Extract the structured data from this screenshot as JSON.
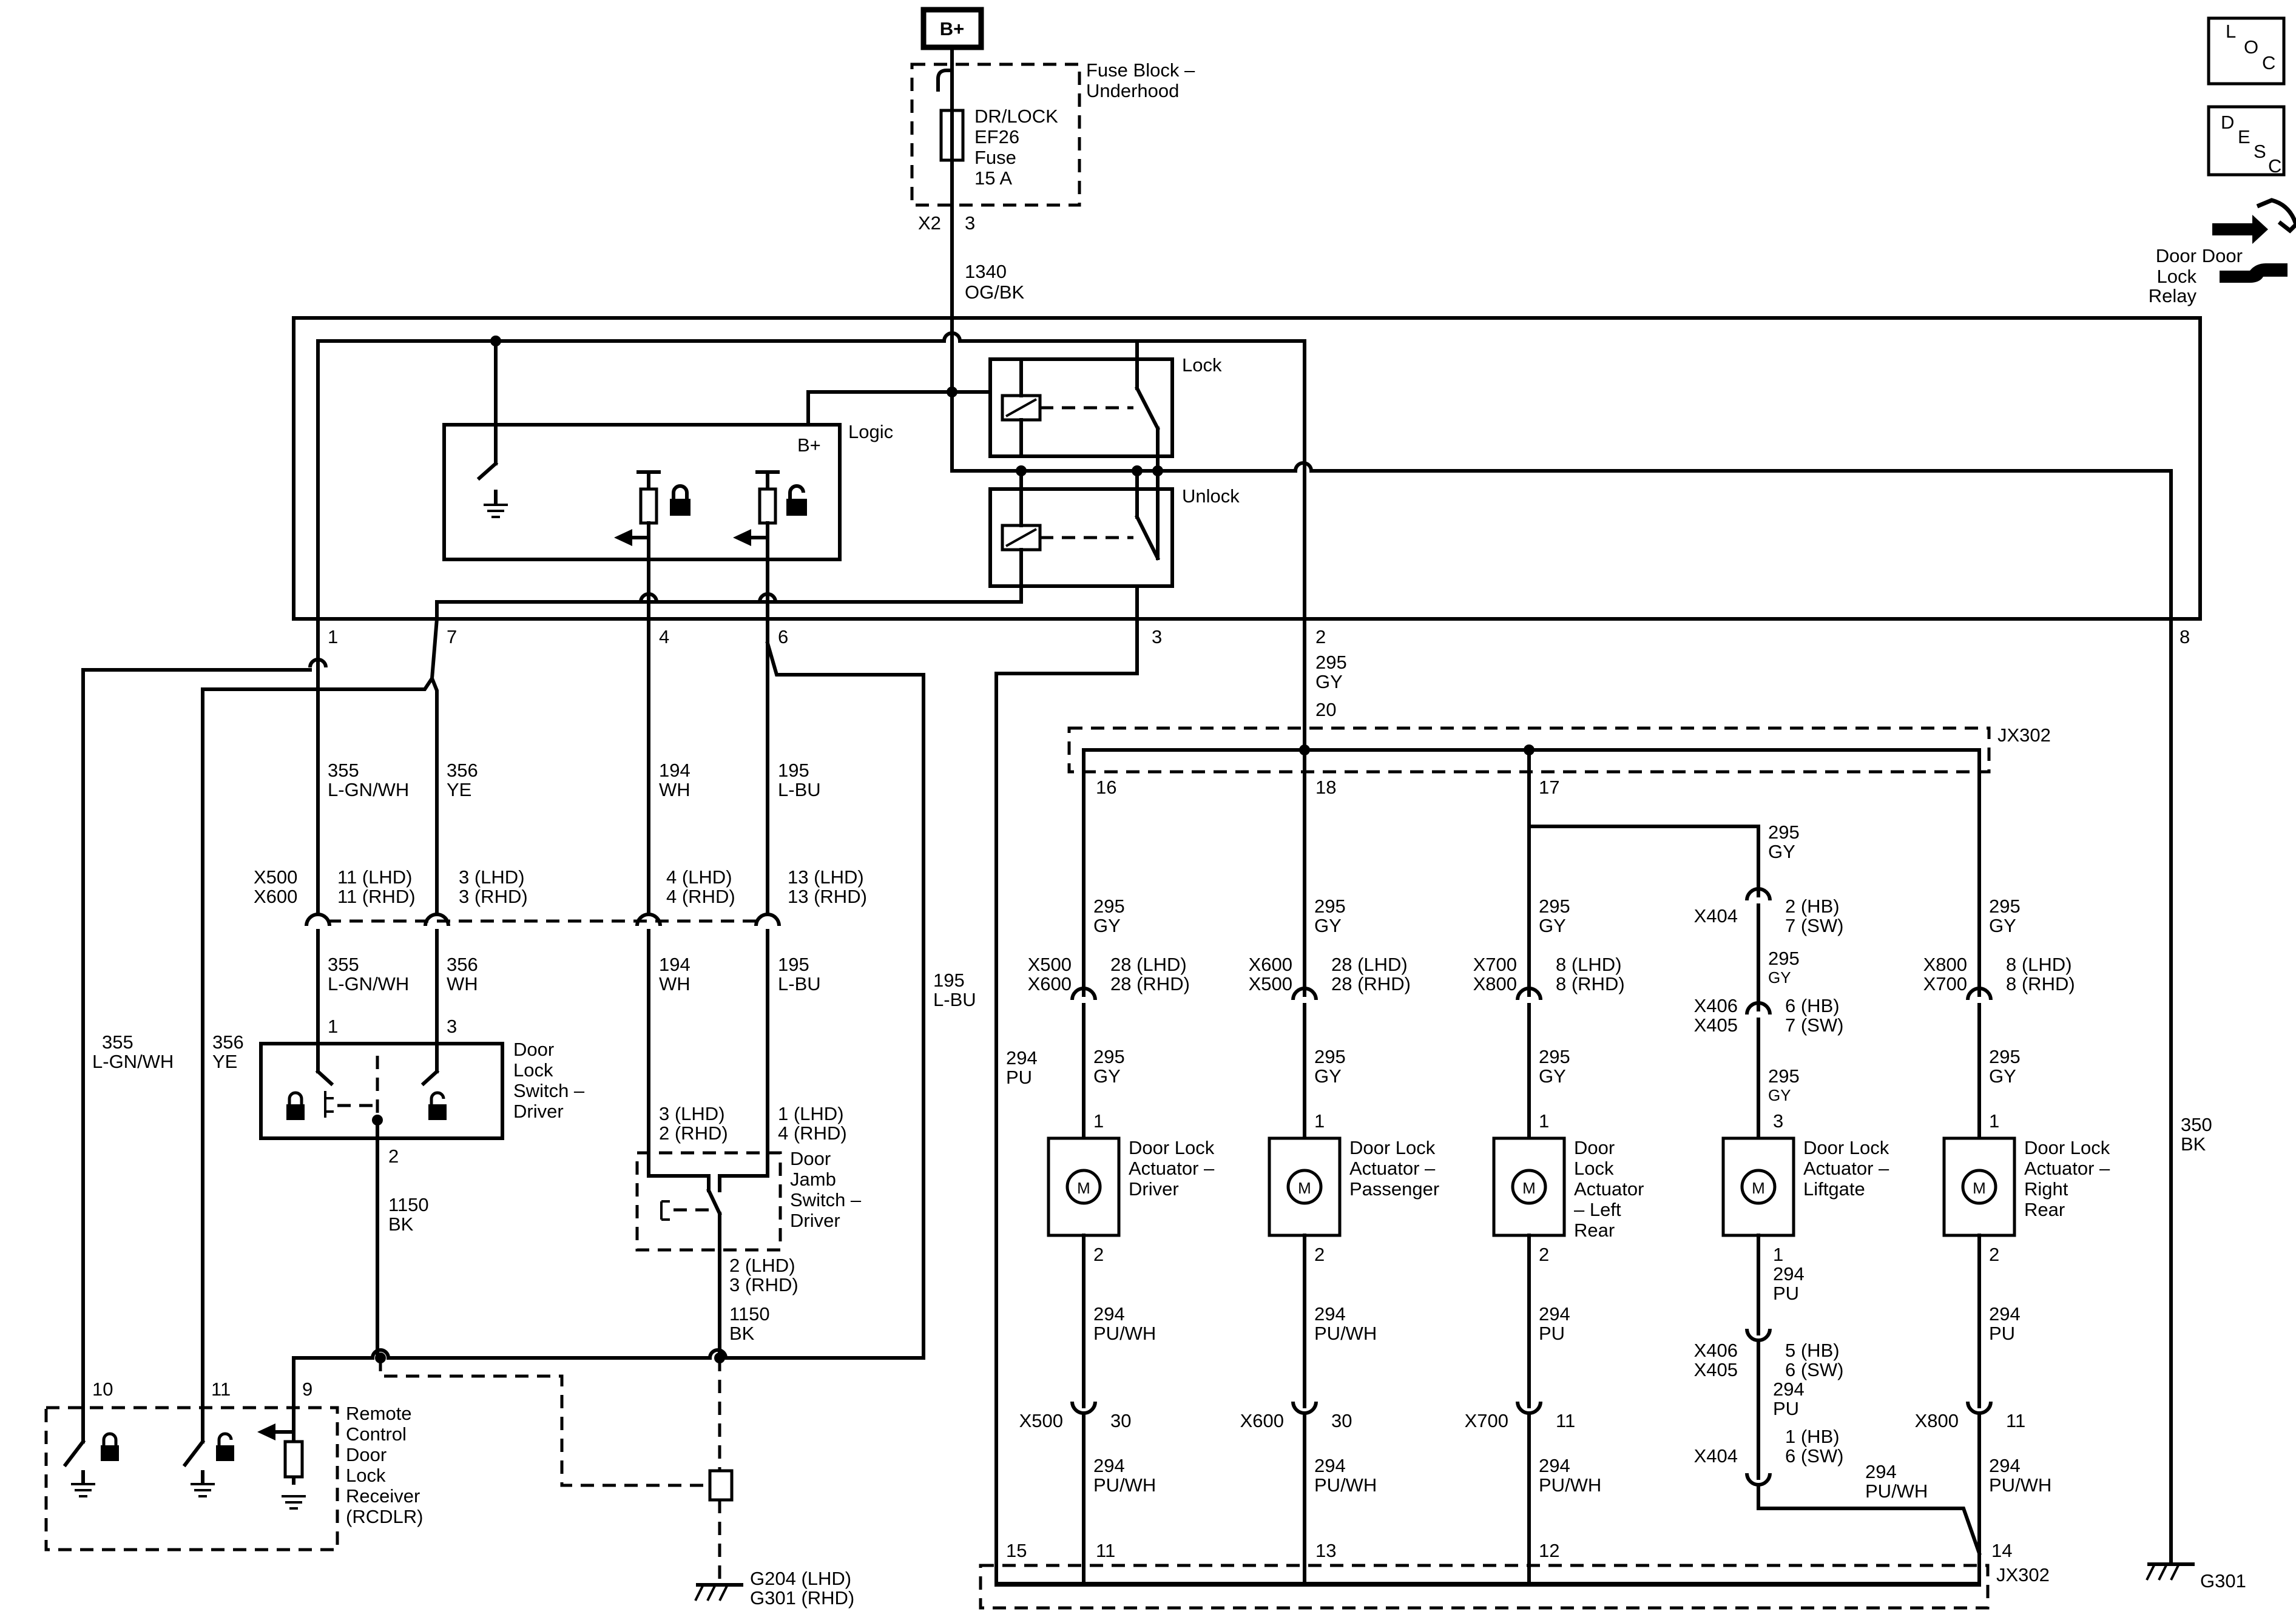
{
  "top": {
    "source": "B+",
    "fuse_block_title": [
      "Fuse Block –",
      "Underhood"
    ],
    "fuse_label": [
      "DR/LOCK",
      "EF26",
      "Fuse",
      "15 A"
    ],
    "fuse_conn": "X2",
    "fuse_pin": "3",
    "feed_wire": [
      "1340",
      "OG/BK"
    ]
  },
  "side_panel": {
    "loc": [
      "L",
      "O",
      "C"
    ],
    "desc": [
      "D",
      "E",
      "S",
      "C"
    ],
    "relay_title": [
      "Door",
      "Lock",
      "Relay"
    ]
  },
  "relay_module": {
    "lock_label": "Lock",
    "unlock_label": "Unlock",
    "logic_label": "Logic",
    "logic_bplus": "B+",
    "pins": [
      "1",
      "7",
      "4",
      "6",
      "3",
      "2",
      "8"
    ]
  },
  "wires": {
    "w295_top": [
      "295",
      "GY"
    ],
    "w295_pin": "20",
    "w355": [
      "355",
      "L-GN/WH"
    ],
    "w356": [
      "356",
      "YE"
    ],
    "w194": [
      "194",
      "WH"
    ],
    "w195": [
      "195",
      "L-BU"
    ],
    "w356_lower": [
      "356",
      "WH"
    ],
    "w195_right": [
      "195",
      "L-BU"
    ],
    "w355_left": [
      "355",
      "L-GN/WH"
    ],
    "w356_left": [
      "356",
      "YE"
    ],
    "w1150_a": [
      "1150",
      "BK"
    ],
    "w1150_b": [
      "1150",
      "BK"
    ],
    "w350": [
      "350",
      "BK"
    ],
    "w294_pu": [
      "294",
      "PU"
    ]
  },
  "connectors": {
    "x500_600": [
      "X500",
      "X600"
    ],
    "c355": [
      "11 (LHD)",
      "11 (RHD)"
    ],
    "c356": [
      "3 (LHD)",
      "3 (RHD)"
    ],
    "c194": [
      "4 (LHD)",
      "4 (RHD)"
    ],
    "c195": [
      "13 (LHD)",
      "13 (RHD)"
    ]
  },
  "door_lock_switch": {
    "title": [
      "Door",
      "Lock",
      "Switch –",
      "Driver"
    ],
    "pin_1": "1",
    "pin_3": "3",
    "pin_2": "2"
  },
  "jamb_switch": {
    "title": [
      "Door",
      "Jamb",
      "Switch –",
      "Driver"
    ],
    "pin_top_left": [
      "3 (LHD)",
      "2 (RHD)"
    ],
    "pin_top_right": [
      "1 (LHD)",
      "4 (RHD)"
    ],
    "pin_bottom": [
      "2 (LHD)",
      "3 (RHD)"
    ]
  },
  "rcdlr": {
    "title": [
      "Remote",
      "Control",
      "Door",
      "Lock",
      "Receiver",
      "(RCDLR)"
    ],
    "pins": [
      "10",
      "11",
      "9"
    ]
  },
  "grounds": {
    "g_left": [
      "G204 (LHD)",
      "G301 (RHD)"
    ],
    "g_right": "G301"
  },
  "splice": {
    "name": "JX302",
    "top_pins": [
      "16",
      "18",
      "17"
    ],
    "bottom_pins": [
      "15",
      "11",
      "13",
      "12",
      "14"
    ]
  },
  "actuators": [
    {
      "title": [
        "Door Lock",
        "Actuator –",
        "Driver"
      ],
      "conn": [
        "X500",
        "X600"
      ],
      "conn_pins": [
        "28 (LHD)",
        "28 (RHD)"
      ],
      "wire_top": [
        "295",
        "GY"
      ],
      "wire_mid": [
        "295",
        "GY"
      ],
      "pin_top": "1",
      "pin_bot": "2",
      "wire_bot": [
        "294",
        "PU/WH"
      ],
      "bot_conn": "X500",
      "bot_pin": "30",
      "wire_end": [
        "294",
        "PU/WH"
      ]
    },
    {
      "title": [
        "Door Lock",
        "Actuator –",
        "Passenger"
      ],
      "conn": [
        "X600",
        "X500"
      ],
      "conn_pins": [
        "28 (LHD)",
        "28 (RHD)"
      ],
      "wire_top": [
        "295",
        "GY"
      ],
      "wire_mid": [
        "295",
        "GY"
      ],
      "pin_top": "1",
      "pin_bot": "2",
      "wire_bot": [
        "294",
        "PU/WH"
      ],
      "bot_conn": "X600",
      "bot_pin": "30",
      "wire_end": [
        "294",
        "PU/WH"
      ]
    },
    {
      "title": [
        "Door",
        "Lock",
        "Actuator",
        "– Left",
        "Rear"
      ],
      "conn": [
        "X700",
        "X800"
      ],
      "conn_pins": [
        "8 (LHD)",
        "8 (RHD)"
      ],
      "wire_top": [
        "295",
        "GY"
      ],
      "wire_mid": [
        "295",
        "GY"
      ],
      "pin_top": "1",
      "pin_bot": "2",
      "wire_bot": [
        "294",
        "PU"
      ],
      "bot_conn": "X700",
      "bot_pin": "11",
      "wire_end": [
        "294",
        "PU/WH"
      ]
    },
    {
      "title": [
        "Door Lock",
        "Actuator –",
        "Liftgate"
      ],
      "wire_top": [
        "295",
        "GY"
      ],
      "x404_top": "X404",
      "x404_top_pins": [
        "2 (HB)",
        "7 (SW)"
      ],
      "wire_295a": [
        "295",
        "GY"
      ],
      "x406_top": [
        "X406",
        "X405"
      ],
      "x406_top_pins": [
        "6 (HB)",
        "7 (SW)"
      ],
      "wire_295b": [
        "295",
        "GY"
      ],
      "pin_top": "3",
      "pin_bot": "1",
      "wire_bot": [
        "294",
        "PU"
      ],
      "x406_bot": [
        "X406",
        "X405"
      ],
      "x406_bot_pins": [
        "5 (HB)",
        "6 (SW)"
      ],
      "wire_294": [
        "294",
        "PU"
      ],
      "x404_bot": "X404",
      "x404_bot_pins": [
        "1 (HB)",
        "6 (SW)"
      ],
      "wire_end": [
        "294",
        "PU/WH"
      ]
    },
    {
      "title": [
        "Door Lock",
        "Actuator –",
        "Right",
        "Rear"
      ],
      "conn": [
        "X800",
        "X700"
      ],
      "conn_pins": [
        "8 (LHD)",
        "8 (RHD)"
      ],
      "wire_top": [
        "295",
        "GY"
      ],
      "wire_mid": [
        "295",
        "GY"
      ],
      "pin_top": "1",
      "pin_bot": "2",
      "wire_bot": [
        "294",
        "PU"
      ],
      "bot_conn": "X800",
      "bot_pin": "11",
      "wire_end": [
        "294",
        "PU/WH"
      ]
    }
  ],
  "motor_symbol": "M"
}
